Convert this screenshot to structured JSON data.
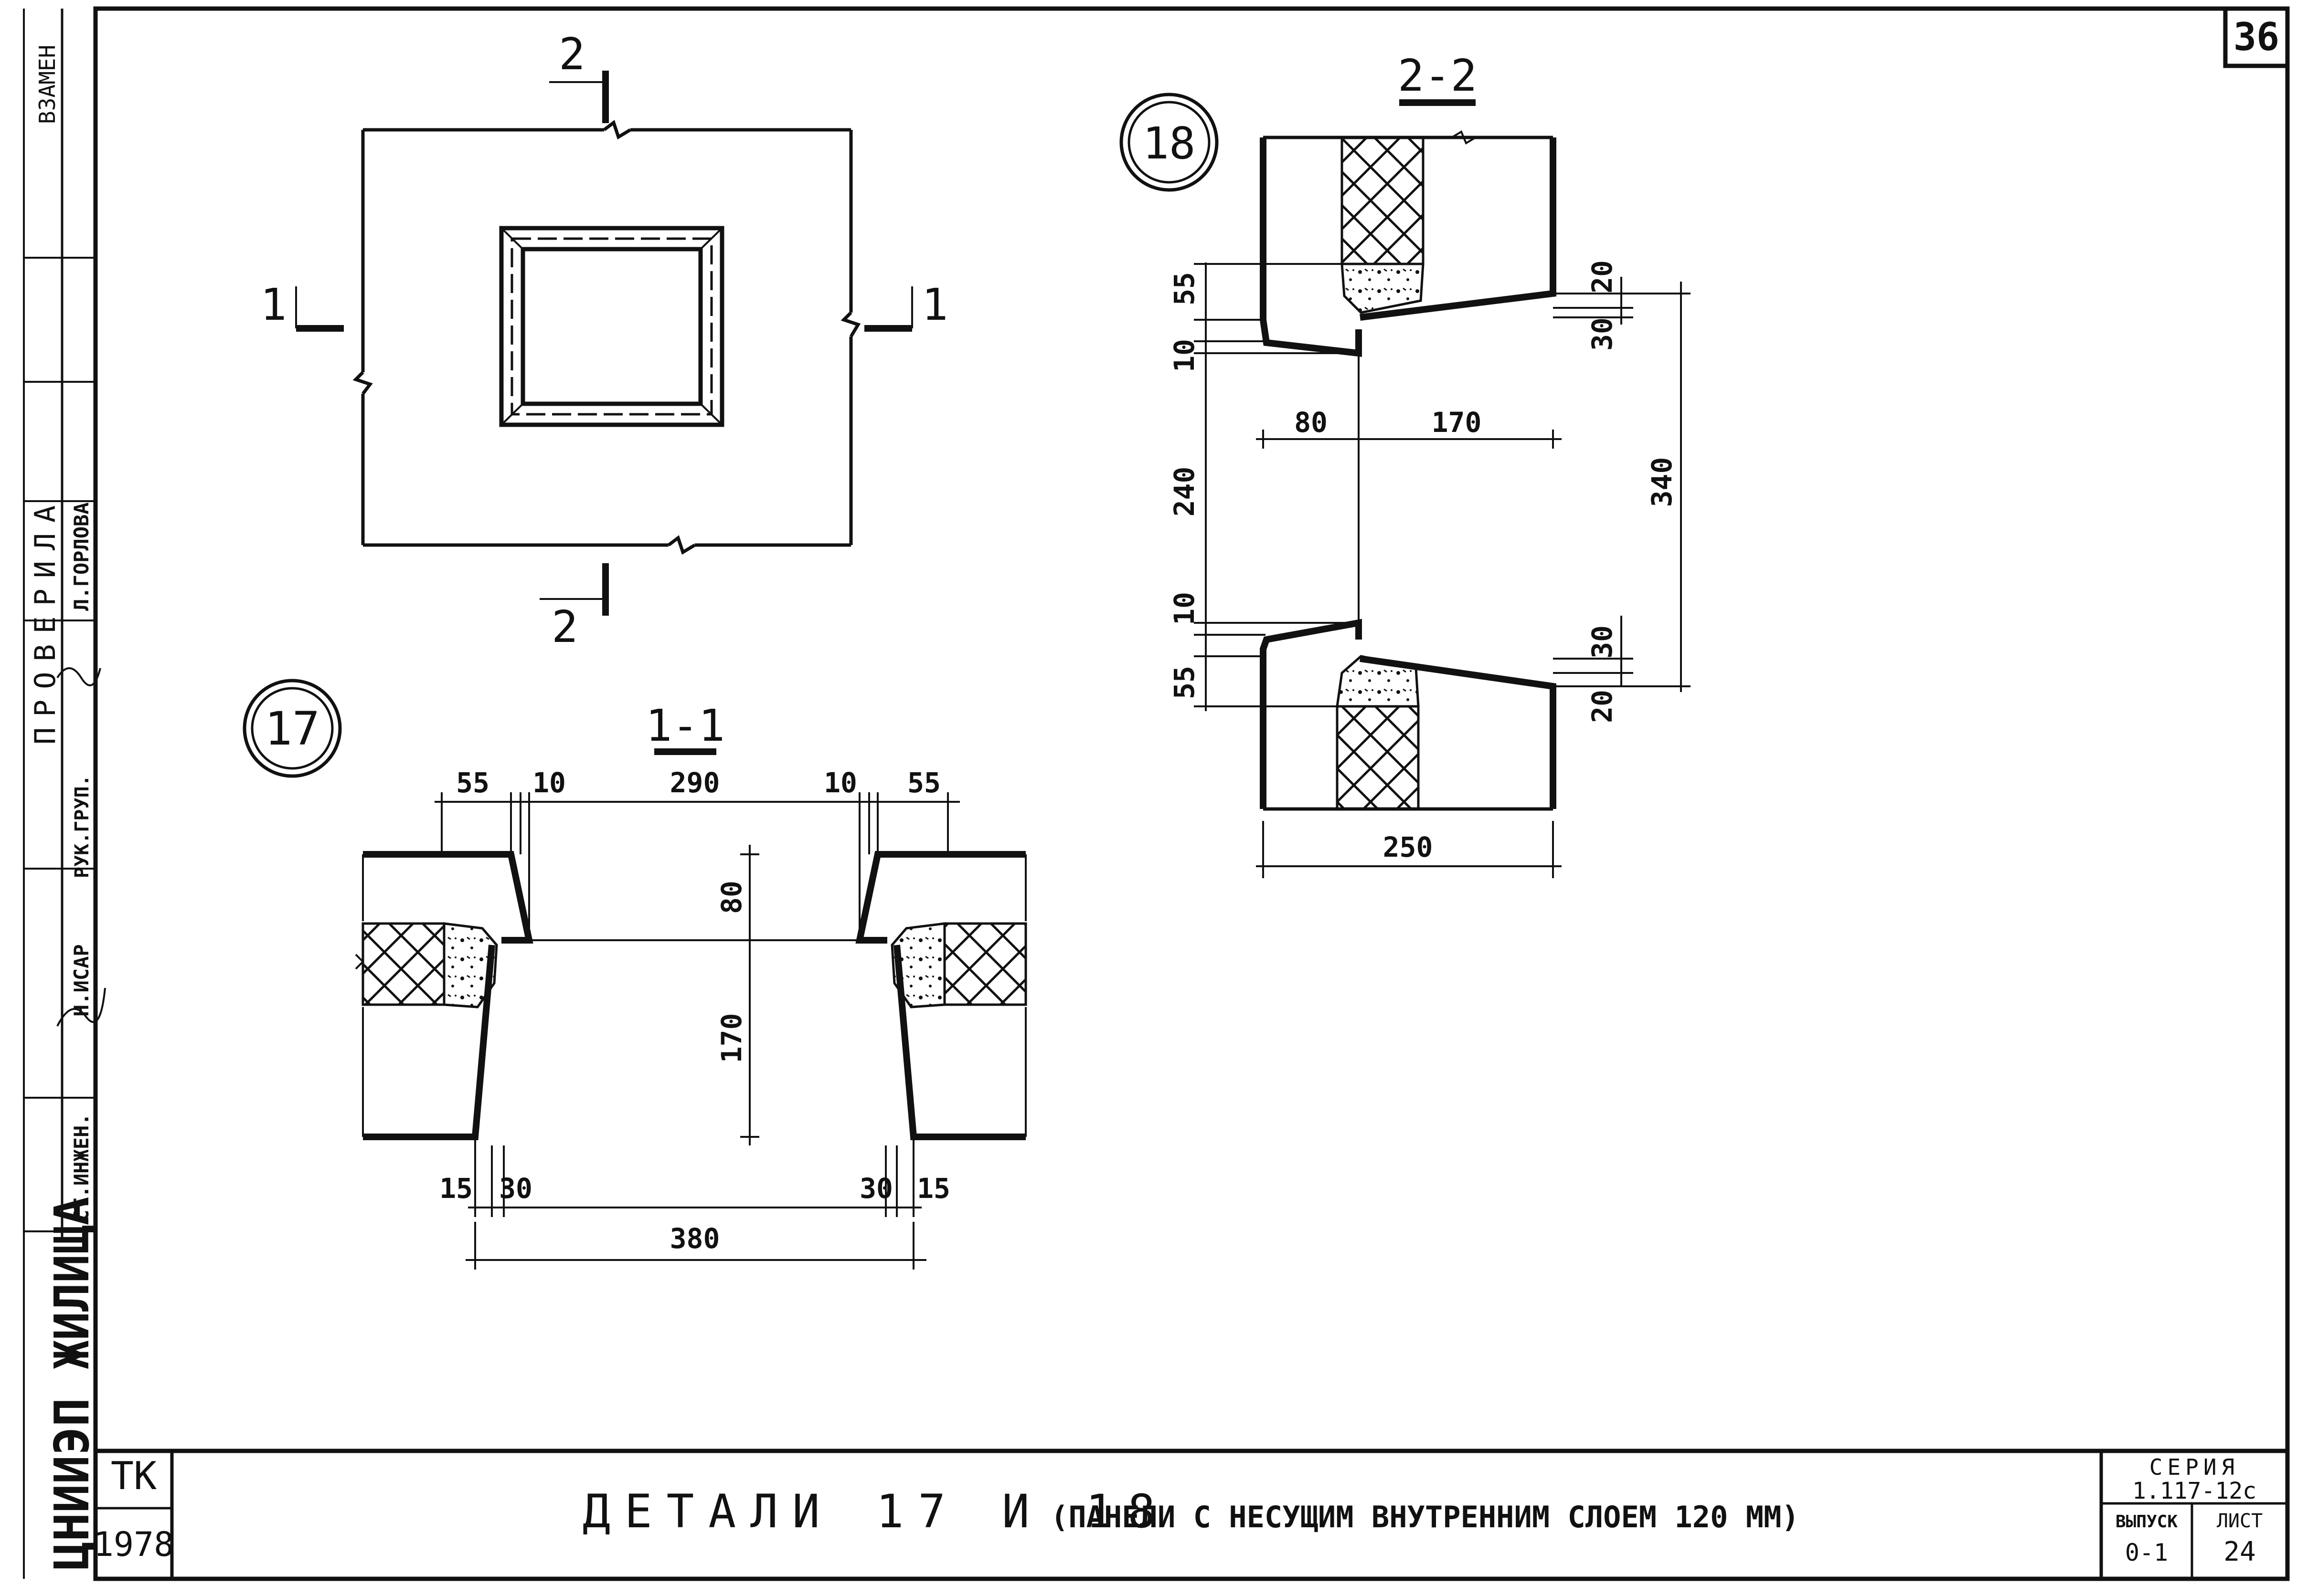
{
  "sheet": {
    "number": "36",
    "title": "ДЕТАЛИ 17 И 18",
    "subtitle": "(ПАНЕЛИ С НЕСУЩИМ ВНУТРЕННИМ СЛОЕМ 120 ММ)",
    "code_tk": "ТК",
    "year": "1978",
    "series_label": "СЕРИЯ",
    "series_value": "1.117-12с",
    "issue_label": "ВЫПУСК",
    "issue_value": "0-1",
    "list_label": "ЛИСТ",
    "list_value": "24"
  },
  "side_stamp": {
    "vzamen": "ВЗАМЕН",
    "checked": "ПРОВЕРИЛА",
    "checker_name": "Л.ГОРЛОВА",
    "group_lead_role": "РУК.ГРУП.",
    "senior_engineer_role": "СТ.ИНЖЕН.",
    "engineer_name": "Н.ИСАР",
    "org": "ЦНИИЭП ЖИЛИЩА"
  },
  "plan": {
    "cut1_left": "1",
    "cut1_right": "1",
    "cut2_top": "2",
    "cut2_bottom": "2"
  },
  "detail17": {
    "marker": "17",
    "section": "1-1",
    "dims": {
      "top_55_left": "55",
      "top_10_left": "10",
      "top_290": "290",
      "top_10_right": "10",
      "top_55_right": "55",
      "v_80": "80",
      "v_170": "170",
      "bot_15_left": "15",
      "bot_30_left": "30",
      "bot_30_right": "30",
      "bot_15_right": "15",
      "bot_380": "380"
    }
  },
  "detail18": {
    "marker": "18",
    "section": "2-2",
    "dims": {
      "l_55_top": "55",
      "l_10_top": "10",
      "l_240": "240",
      "l_10_bot": "10",
      "l_55_bot": "55",
      "h_80": "80",
      "h_170": "170",
      "r_20_top": "20",
      "r_30_top": "30",
      "r_340": "340",
      "r_30_bot": "30",
      "r_20_bot": "20",
      "bot_250": "250"
    }
  }
}
